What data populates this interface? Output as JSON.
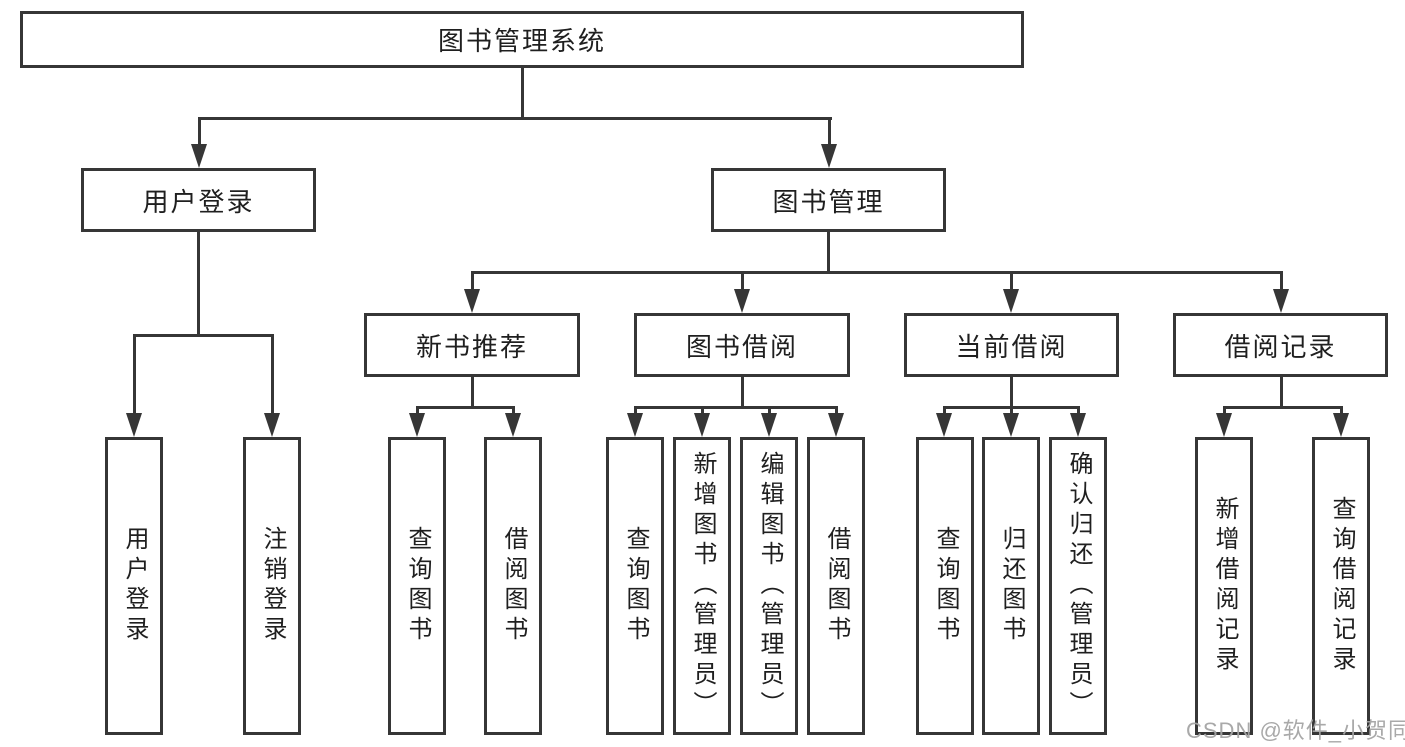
{
  "diagram": {
    "root": {
      "label": "图书管理系统"
    },
    "user_login": {
      "label": "用户登录",
      "children": [
        {
          "label": "用户登录"
        },
        {
          "label": "注销登录"
        }
      ]
    },
    "book_management": {
      "label": "图书管理",
      "sections": [
        {
          "label": "新书推荐",
          "children": [
            {
              "label": "查询图书"
            },
            {
              "label": "借阅图书"
            }
          ]
        },
        {
          "label": "图书借阅",
          "children": [
            {
              "label": "查询图书"
            },
            {
              "label": "新增图书（管理员）"
            },
            {
              "label": "编辑图书（管理员）"
            },
            {
              "label": "借阅图书"
            }
          ]
        },
        {
          "label": "当前借阅",
          "children": [
            {
              "label": "查询图书"
            },
            {
              "label": "归还图书"
            },
            {
              "label": "确认归还（管理员）"
            }
          ]
        },
        {
          "label": "借阅记录",
          "children": [
            {
              "label": "新增借阅记录"
            },
            {
              "label": "查询借阅记录"
            }
          ]
        }
      ]
    },
    "watermark": "CSDN @软件_小贺同学",
    "colors": {
      "stroke": "#363636",
      "text": "#1f1f1f",
      "watermark": "#a4a4a4",
      "background": "#ffffff"
    }
  }
}
